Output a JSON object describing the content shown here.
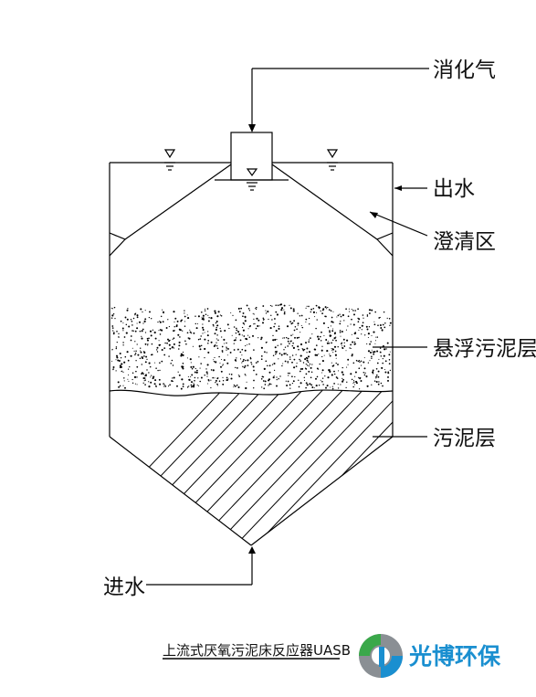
{
  "labels": {
    "biogas": "消化气",
    "outlet": "出水",
    "settling_zone": "澄清区",
    "suspended_sludge": "悬浮污泥层",
    "sludge_bed": "污泥层",
    "inlet": "进水"
  },
  "caption": "上流式厌氧污泥床反应器UASB",
  "logo": {
    "text": "光博环保",
    "icon": "gb-logo-icon",
    "colors": {
      "blue": "#1a8fd0",
      "green": "#3aa84a",
      "gray": "#8a8f94"
    }
  }
}
